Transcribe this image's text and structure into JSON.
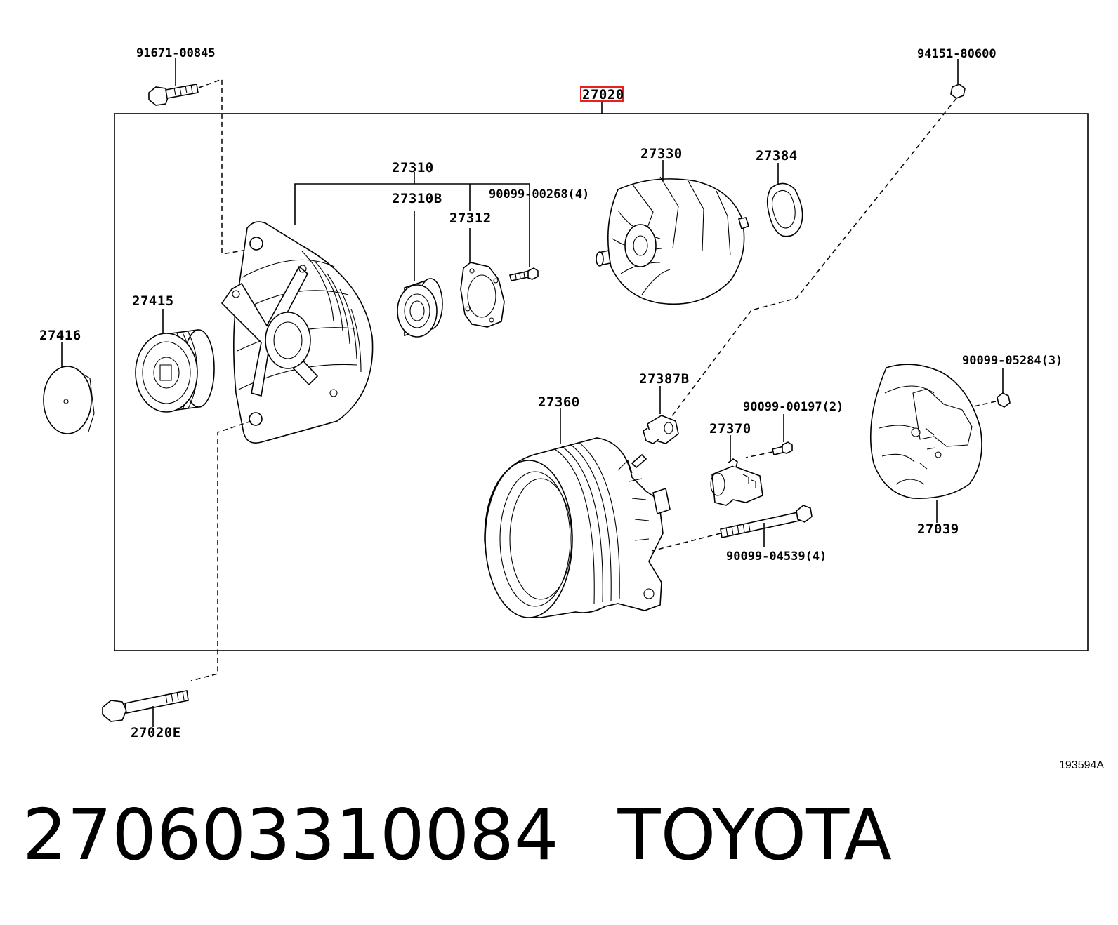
{
  "diagram": {
    "highlighted_part": "27020",
    "labels": {
      "p91671": "91671-00845",
      "p94151": "94151-80600",
      "p27020": "27020",
      "p27310": "27310",
      "p27310b": "27310B",
      "p27312": "27312",
      "p90099_00268": "90099-00268(4)",
      "p27330": "27330",
      "p27384": "27384",
      "p27415": "27415",
      "p27416": "27416",
      "p27387b": "27387B",
      "p27360": "27360",
      "p90099_00197": "90099-00197(2)",
      "p27370": "27370",
      "p90099_05284": "90099-05284(3)",
      "p27039": "27039",
      "p90099_04539": "90099-04539(4)",
      "p27020e": "27020E"
    },
    "figure_id": "193594A"
  },
  "footer": {
    "part_number": "27060331008​4",
    "brand": "TOYOTA"
  },
  "colors": {
    "line": "#000000",
    "highlight": "#e8201e",
    "background": "#ffffff"
  }
}
